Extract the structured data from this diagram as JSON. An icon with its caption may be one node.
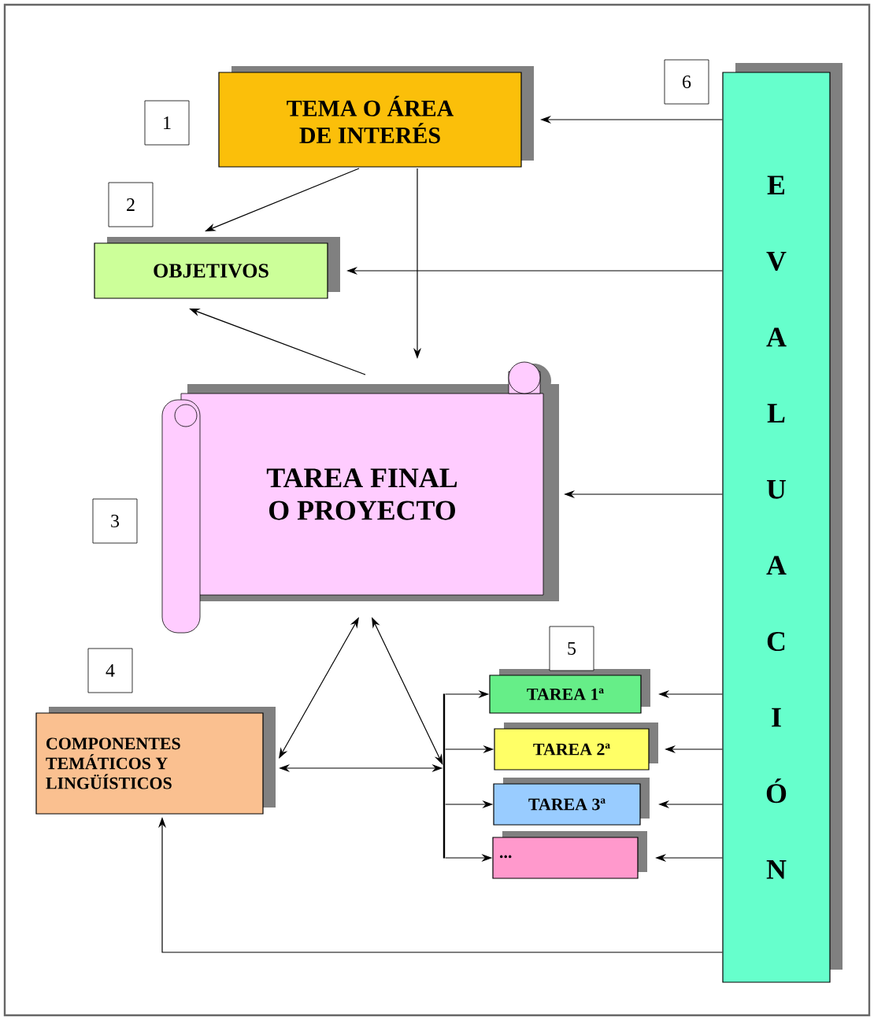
{
  "diagram": {
    "nodes": [
      {
        "text": [
          "TEMA O ÁREA DE INTERÉS"
        ]
      },
      {
        "text": [
          "OBJETIVOS"
        ]
      },
      {
        "text": [
          "TAREA FINAL O PROYECTO"
        ]
      },
      {
        "text": [
          "COMPONENTES TEMÁTICOS Y LINGÜÍSTICOS"
        ]
      },
      {
        "text": [
          "TAREA 1ª"
        ]
      },
      {
        "text": [
          "TAREA 2ª"
        ]
      },
      {
        "text": [
          "TAREA 3ª"
        ]
      },
      {
        "text": [
          "..."
        ]
      },
      {
        "text": [
          "E V A L U A C I Ó N"
        ]
      },
      {
        "text": [],
        "shape": "bar"
      }
    ],
    "edges": [
      {
        "from": 8,
        "to": 0,
        "arrow": "to"
      },
      {
        "from": 0,
        "to": 1,
        "arrow": "to"
      },
      {
        "from": 0,
        "to": 2,
        "arrow": "to"
      },
      {
        "from": 2,
        "to": 1,
        "arrow": "to"
      },
      {
        "from": 8,
        "to": 1,
        "arrow": "to"
      },
      {
        "from": 8,
        "to": 2,
        "arrow": "to"
      },
      {
        "from": 2,
        "to": 3,
        "arrow": "both"
      },
      {
        "from": 2,
        "to": 9,
        "arrow": "both"
      },
      {
        "from": 3,
        "to": 9,
        "arrow": "both"
      },
      {
        "from": 9,
        "to": 4,
        "arrow": "to"
      },
      {
        "from": 9,
        "to": 5,
        "arrow": "to"
      },
      {
        "from": 9,
        "to": 6,
        "arrow": "to"
      },
      {
        "from": 9,
        "to": 7,
        "arrow": "to"
      },
      {
        "from": 8,
        "to": 4,
        "arrow": "to"
      },
      {
        "from": 8,
        "to": 5,
        "arrow": "to"
      },
      {
        "from": 8,
        "to": 6,
        "arrow": "to"
      },
      {
        "from": 8,
        "to": 7,
        "arrow": "to"
      },
      {
        "from": 8,
        "to": 3,
        "arrow": "to"
      }
    ],
    "labels": [
      "1",
      "2",
      "3",
      "4",
      "5",
      "6"
    ]
  }
}
